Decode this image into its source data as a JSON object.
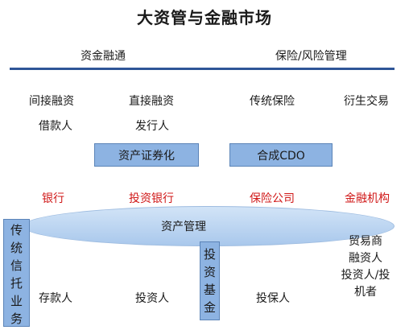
{
  "title": "大资管与金融市场",
  "sections": {
    "left": "资金融通",
    "right": "保险/风险管理"
  },
  "categories": {
    "indirect": "间接融资",
    "direct": "直接融资",
    "insurance": "传统保险",
    "derivatives": "衍生交易"
  },
  "sub_labels": {
    "borrower": "借款人",
    "issuer": "发行人"
  },
  "boxes": {
    "securitization": "资产证券化",
    "cdo": "合成CDO"
  },
  "institutions": {
    "bank": "银行",
    "investment_bank": "投资银行",
    "insurer": "保险公司",
    "financial_institution": "金融机构"
  },
  "asset_management": "资产管理",
  "vertical_boxes": {
    "trust_chars": [
      "传",
      "统",
      "信",
      "托",
      "业",
      "务"
    ],
    "fund_chars": [
      "投",
      "资",
      "基",
      "金"
    ]
  },
  "bottom": {
    "depositor": "存款人",
    "investor": "投资人",
    "policyholder": "投保人",
    "trade_lines": [
      "贸易商",
      "融资人",
      "投资人/投",
      "机者"
    ]
  },
  "colors": {
    "accent_box": "#8db3e2",
    "divider": "#2f5597",
    "institution_text": "#d01818"
  }
}
